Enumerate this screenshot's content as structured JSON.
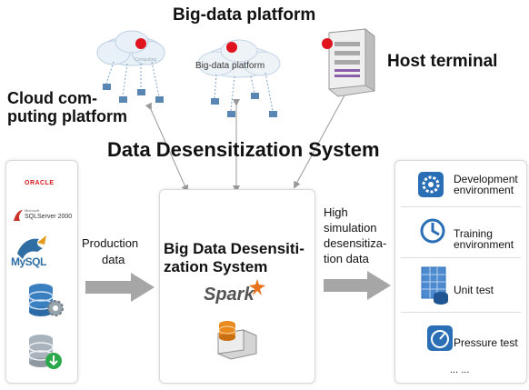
{
  "titles": {
    "big_data_platform": "Big-data platform",
    "host_terminal": "Host terminal",
    "cloud_platform_line1": "Cloud com-",
    "cloud_platform_line2": "puting platform",
    "system": "Data Desensitization System"
  },
  "cloud_small": {
    "left": "Computing",
    "right": "Big-data platform"
  },
  "left_panel": {
    "oracle": "ORACLE",
    "sqlserver_a": "SQLServer 2000",
    "sqlserver_b": "Microsoft",
    "mysql": "MySQL"
  },
  "arrows": {
    "production_line1": "Production",
    "production_line2": "data",
    "high_sim_line1": "High",
    "high_sim_line2": "simulation",
    "high_sim_line3": "desensitiza-",
    "high_sim_line4": "tion data"
  },
  "center_panel": {
    "title_line1": "Big Data Desensiti-",
    "title_line2": "zation System",
    "spark": "Spark"
  },
  "right_panel": {
    "items": [
      {
        "line1": "Development",
        "line2": "environment"
      },
      {
        "line1": "Training",
        "line2": "environment"
      },
      {
        "line1": "Unit test",
        "line2": ""
      },
      {
        "line1": "Pressure test",
        "line2": ""
      }
    ],
    "ellipsis": "... ..."
  },
  "colors": {
    "accent_blue": "#2a6fb5",
    "arrow_gray": "#a6a6a6",
    "red_dot": "#e0141e"
  }
}
